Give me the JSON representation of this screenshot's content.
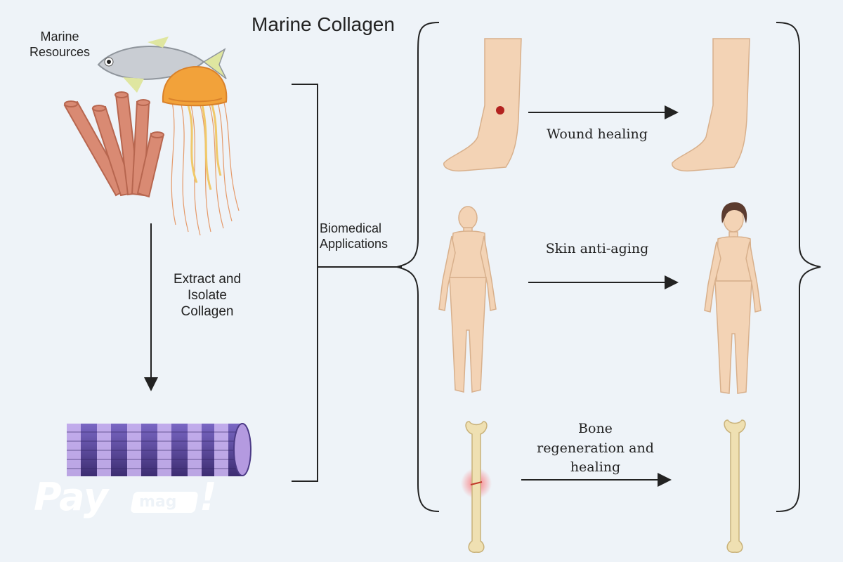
{
  "title": "Marine Collagen",
  "source_label": "Marine\nResources",
  "process_label": "Extract and\nIsolate\nCollagen",
  "collagen_label": "Collagen",
  "applications_label": "Biomedical\nApplications",
  "applications": [
    {
      "label": "Wound healing"
    },
    {
      "label": "Skin anti-aging"
    },
    {
      "label": "Bone\nregeneration and\nhealing"
    }
  ],
  "watermark": {
    "brand": "Pay",
    "badge": "mag",
    "suffix": "!"
  },
  "colors": {
    "background": "#eef3f8",
    "skin": "#f3d3b5",
    "bone": "#efe0b2",
    "collagen_dark": "#4b3a86",
    "collagen_light": "#b49ae0",
    "jellyfish": "#f2a23a",
    "coral": "#d98a73",
    "fish": "#c9cdd3",
    "line": "#222222"
  }
}
